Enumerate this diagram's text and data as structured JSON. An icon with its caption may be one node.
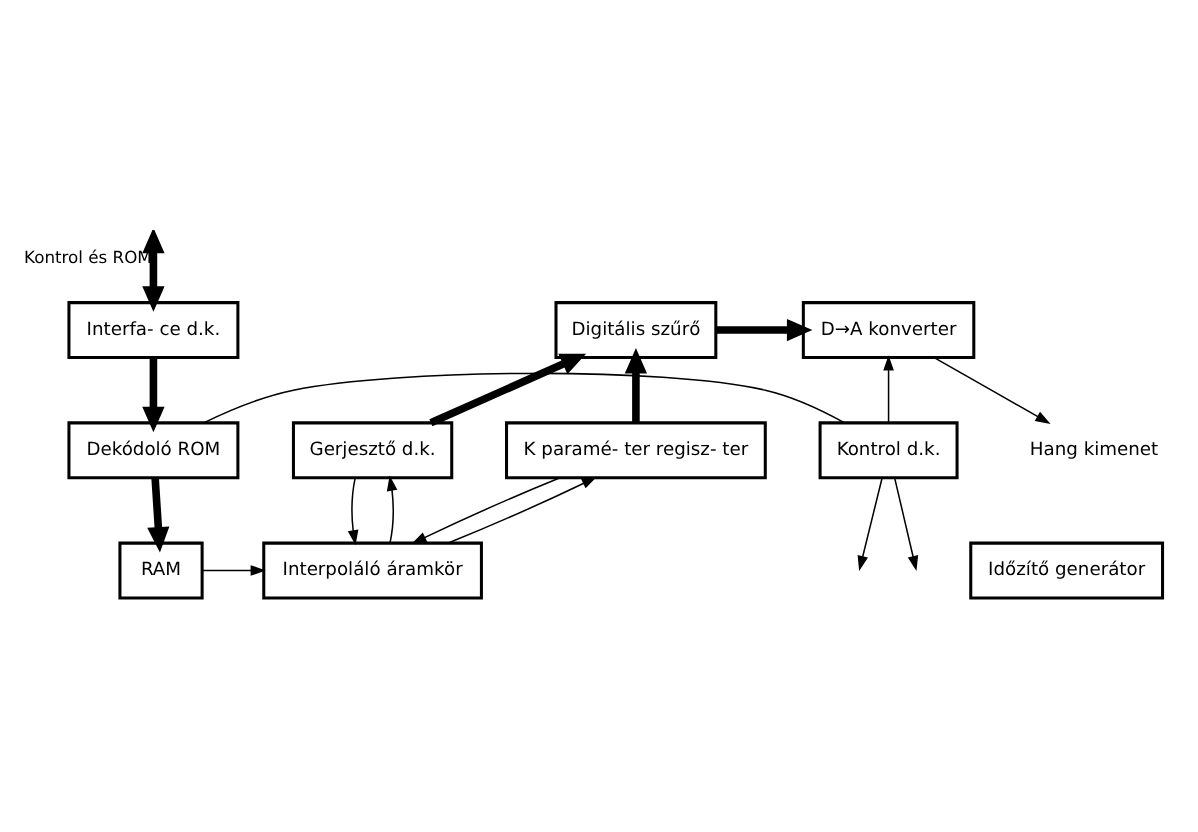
{
  "diagram": {
    "nodes": [
      {
        "text": [
          "Interfa- ce d.k."
        ]
      },
      {
        "text": [
          "D→A konverter"
        ]
      },
      {
        "text": [
          "Digitális szűrő"
        ]
      },
      {
        "text": [
          "Dekódoló ROM"
        ]
      },
      {
        "text": [
          "Kontrol d.k."
        ]
      },
      {
        "text": [
          "Gerjesztő d.k."
        ]
      },
      {
        "text": [
          "K paramé- ter regisz- ter"
        ]
      },
      {
        "text": [
          "RAM"
        ]
      },
      {
        "text": [
          "Időzítő generátor"
        ]
      },
      {
        "text": [
          "Interpoláló áramkör"
        ]
      },
      {
        "text": [
          "Hang kimenet"
        ]
      }
    ],
    "edges": [
      {
        "from": null,
        "to": 0,
        "arrow": "both",
        "style": "thick",
        "label": "Kontrol és ROM"
      },
      {
        "from": 0,
        "to": 3,
        "arrow": "to",
        "style": "thick"
      },
      {
        "from": 2,
        "to": 1,
        "arrow": "to",
        "style": "thick"
      },
      {
        "from": 1,
        "to": 10,
        "arrow": "to"
      },
      {
        "from": 4,
        "to": 1,
        "arrow": "to"
      },
      {
        "from": 3,
        "to": 4,
        "arrow": "none"
      },
      {
        "from": 4,
        "to": null,
        "arrow": "to"
      },
      {
        "from": 4,
        "to": null,
        "arrow": "to"
      },
      {
        "from": 3,
        "to": 7,
        "arrow": "to",
        "style": "thick"
      },
      {
        "from": 5,
        "to": 2,
        "arrow": "to",
        "style": "thick"
      },
      {
        "from": 6,
        "to": 2,
        "arrow": "to",
        "style": "thick"
      },
      {
        "from": 9,
        "to": 5,
        "arrow": "to"
      },
      {
        "from": 5,
        "to": 9,
        "arrow": "to"
      },
      {
        "from": 9,
        "to": 6,
        "arrow": "to"
      },
      {
        "from": 6,
        "to": 9,
        "arrow": "to"
      },
      {
        "from": 7,
        "to": 9,
        "arrow": "to"
      }
    ]
  }
}
